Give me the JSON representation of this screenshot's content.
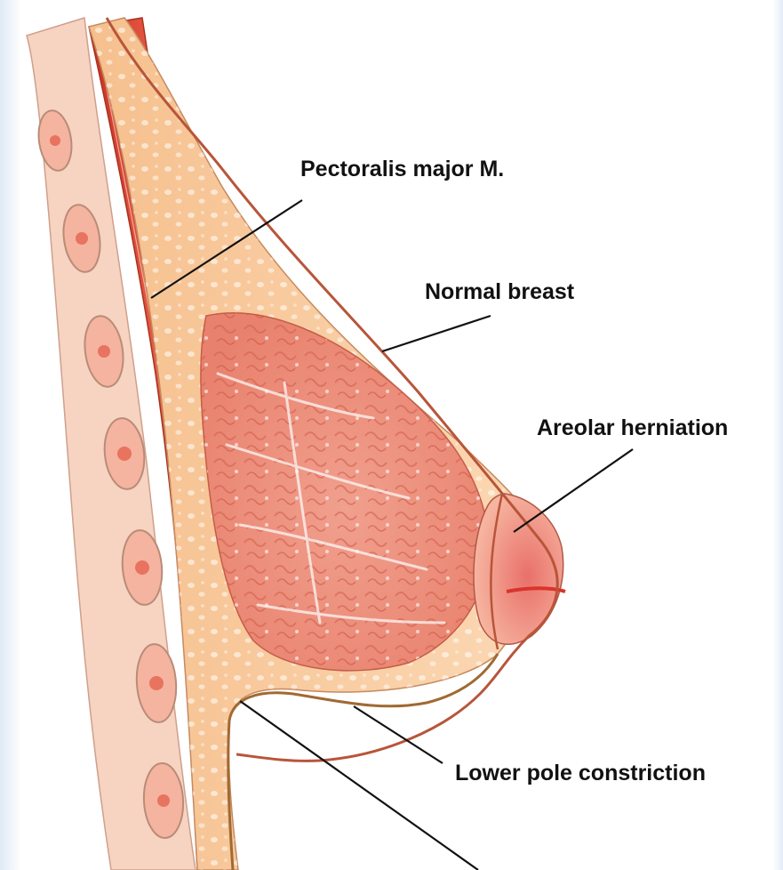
{
  "labels": {
    "pectoralis": "Pectoralis major M.",
    "normal_breast": "Normal breast",
    "areolar_herniation": "Areolar herniation",
    "lower_pole": "Lower pole constriction"
  },
  "colors": {
    "skin": "#f7c99a",
    "skin_light": "#fbe0c4",
    "muscle": "#d9402f",
    "gland": "#ef9a86",
    "rib": "#f3b7a0",
    "outline": "#b8553a",
    "leader": "#111111",
    "areola": "#f08f86"
  }
}
